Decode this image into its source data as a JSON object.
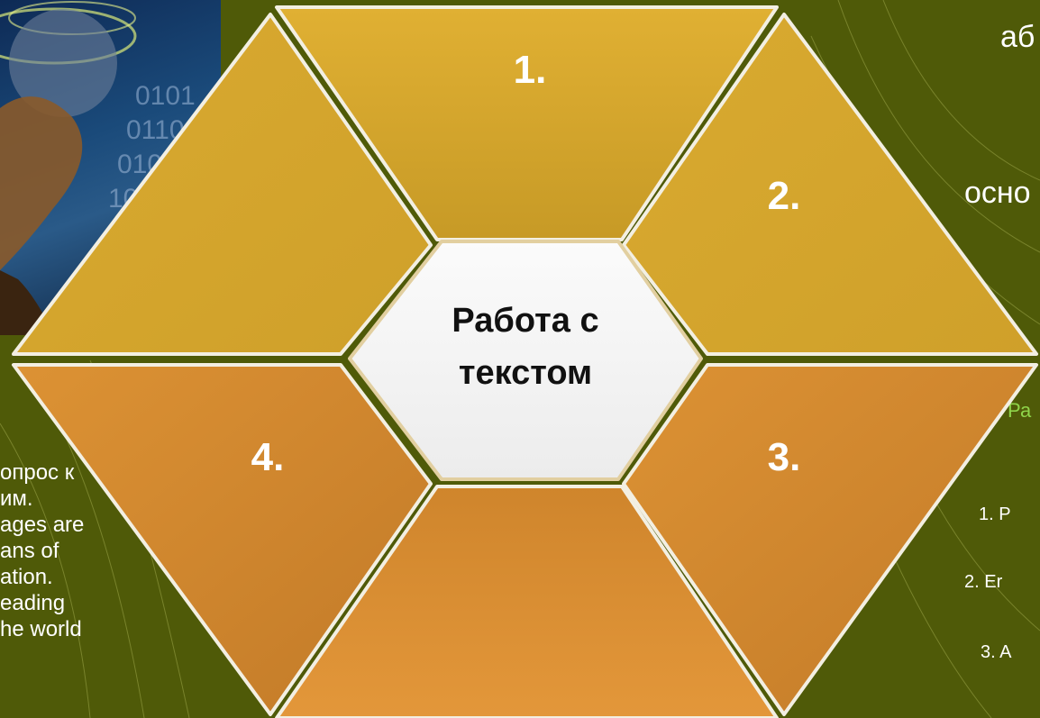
{
  "diagram": {
    "center_label": [
      "Работа с",
      "текстом"
    ],
    "segments": [
      {
        "id": "top",
        "number": "1."
      },
      {
        "id": "upper-right",
        "number": "2."
      },
      {
        "id": "lower-right",
        "number": "3."
      },
      {
        "id": "lower-left",
        "number": "4."
      },
      {
        "id": "bottom",
        "number": ""
      },
      {
        "id": "upper-left",
        "number": ""
      }
    ]
  },
  "photo": {
    "binary_text": [
      "0101",
      "0110",
      "010",
      "10"
    ]
  },
  "left_text": [
    "опрос к",
    "им.",
    "ages are",
    "ans of",
    "ation.",
    "eading",
    "he world"
  ],
  "right_text": {
    "top_word": "аб",
    "mid_word": "осно",
    "highlight": "Ра",
    "list": [
      "1.   Р",
      "2.   Er",
      "3.   A"
    ]
  },
  "colors": {
    "background": "#4f5a08",
    "gold": "#d4a52c",
    "orange": "#d88d2f",
    "center": "#f4f4f4"
  }
}
